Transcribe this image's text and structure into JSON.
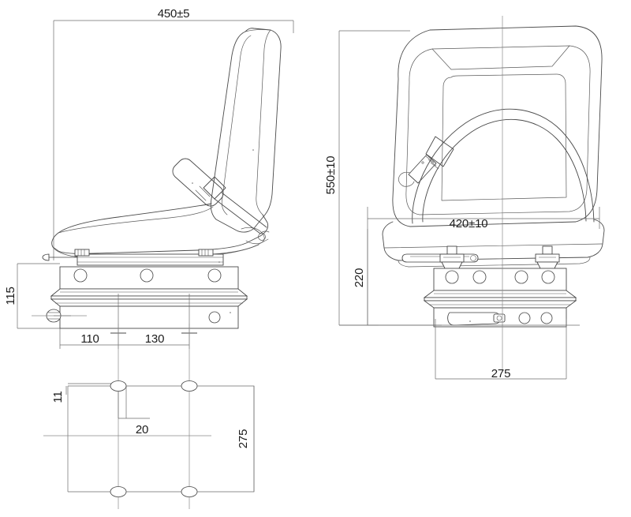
{
  "drawing": {
    "type": "engineering-drawing",
    "subject": "tractor/forklift suspension seat",
    "units": "mm",
    "views": [
      {
        "name": "side-view",
        "label": ""
      },
      {
        "name": "front-view",
        "label": ""
      },
      {
        "name": "bottom-mounting-plan",
        "label": ""
      }
    ]
  },
  "dimensions": {
    "side_view": {
      "overall_depth": "450±5",
      "base_height": "115",
      "mount_pitch_left": "110",
      "mount_pitch_right": "130"
    },
    "front_view": {
      "overall_height": "550±10",
      "overall_width": "420±10",
      "base_height": "220",
      "base_width": "275"
    },
    "plan_view": {
      "slot_width": "11",
      "slot_length": "20",
      "bolt_spacing": "275"
    }
  },
  "labels": {
    "d450": "450±5",
    "d115": "115",
    "d110": "110",
    "d130": "130",
    "d11": "11",
    "d20": "20",
    "d275_left": "275",
    "d550": "550±10",
    "d420": "420±10",
    "d220": "220",
    "d275_right": "275"
  },
  "colors": {
    "background": "#ffffff",
    "outline": "#4a4a4a",
    "dimension_line": "#6b6b6b",
    "center_line": "#8a8a8a",
    "text": "#1c1c1c"
  }
}
